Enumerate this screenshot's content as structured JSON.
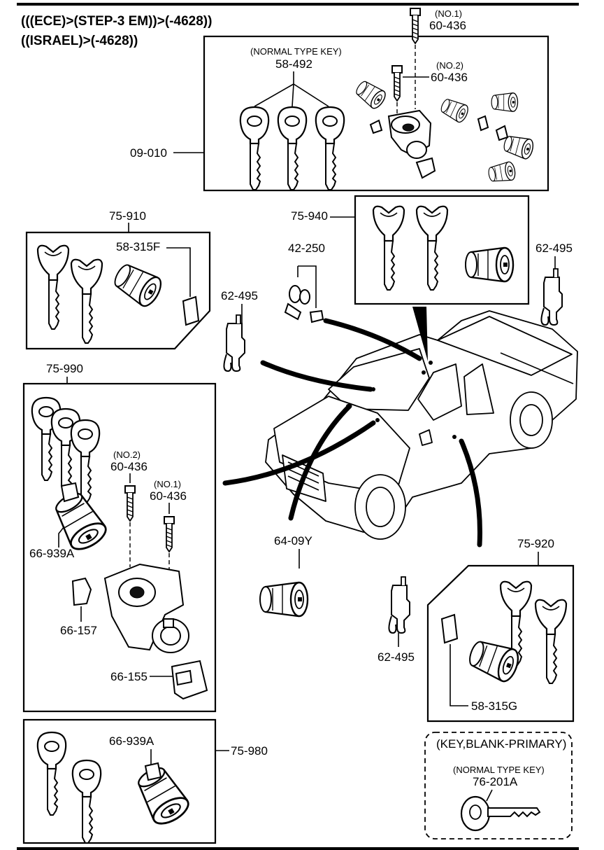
{
  "header": {
    "line1": "(((ECE)>(STEP-3 EM))>(-4628))",
    "line2": "((ISRAEL)>(-4628))"
  },
  "labels": {
    "top_no1_tag": "(NO.1)",
    "top_no1_num": "60-436",
    "top_no2_tag": "(NO.2)",
    "top_no2_num": "60-436",
    "normal_type_key": "(NORMAL TYPE KEY)",
    "key_58_492": "58-492",
    "set_09_010": "09-010",
    "set_75_910": "75-910",
    "part_58_315F": "58-315F",
    "set_75_940": "75-940",
    "part_42_250": "42-250",
    "clip_62_495_a": "62-495",
    "clip_62_495_b": "62-495",
    "clip_62_495_c": "62-495",
    "set_75_990": "75-990",
    "left_no2_tag": "(NO.2)",
    "left_no2_num": "60-436",
    "left_no1_tag": "(NO.1)",
    "left_no1_num": "60-436",
    "part_66_939A_a": "66-939A",
    "part_66_157": "66-157",
    "part_66_155": "66-155",
    "part_64_09Y": "64-09Y",
    "set_75_920": "75-920",
    "part_58_315G": "58-315G",
    "part_66_939A_b": "66-939A",
    "set_75_980": "75-980",
    "blank_title": "(KEY,BLANK-PRIMARY)",
    "blank_normal_type_key": "(NORMAL TYPE KEY)",
    "part_76_201A": "76-201A"
  },
  "icons": [
    "ignition-key-icon",
    "lock-cylinder-icon",
    "retainer-clip-icon",
    "screw-icon",
    "pickup-truck-icon"
  ]
}
